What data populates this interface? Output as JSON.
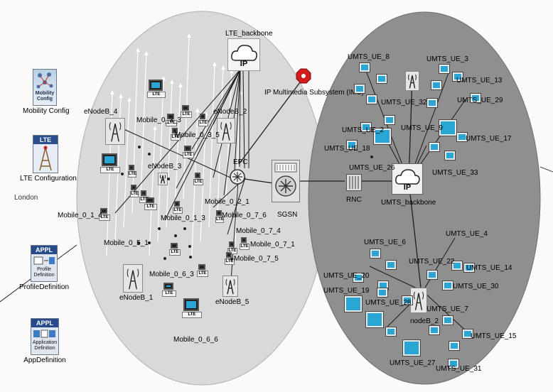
{
  "palette": {
    "mobility": {
      "title": "Mobility Config",
      "inner": [
        "Mobility",
        "Config"
      ]
    },
    "lte": {
      "title": "LTE Configuration",
      "inner": "LTE"
    },
    "location": "London",
    "profile": {
      "title": "ProfileDefinition",
      "badge": "APPL",
      "inner": [
        "Profile",
        "Definition"
      ]
    },
    "application": {
      "title": "AppDefinition",
      "badge": "APPL",
      "inner": [
        "Application",
        "Definition"
      ]
    }
  },
  "lte_network": {
    "backbone": "LTE_backbone",
    "backbone_icon_text": "IP",
    "epc": "EPC",
    "enodebs": [
      "eNodeB_4",
      "eNodeB_2",
      "eNodeB_3",
      "eNodeB_1",
      "eNodeB_5"
    ],
    "mobiles": [
      "Mobile_0_3_3",
      "Mobile_0_3_5",
      "Mobile_0_2_1",
      "Mobile_0_1_4",
      "Mobile_0_7_6",
      "Mobile_0_1_3",
      "Mobile_0_7_4",
      "Mobile_0_5_1",
      "Mobile_0_7_1",
      "Mobile_0_7_5",
      "Mobile_0_6_3",
      "Mobile_0_6_6"
    ],
    "device_tag": "LTE"
  },
  "ims": "IP Multimedia Subsystem (IMS)",
  "sgsn": "SGSN",
  "rnc": "RNC",
  "umts_network": {
    "backbone": "UMTS_backbone",
    "backbone_icon_text": "IP",
    "nodeb": "nodeB_2",
    "ues": [
      "UMTS_UE_8",
      "UMTS_UE_3",
      "UMTS_UE_13",
      "UMTS_UE_32",
      "UMTS_UE_29",
      "UMTS_UE_2",
      "UMTS_UE_9",
      "UMTS_UE_17",
      "UMTS_UE_18",
      "UMTS_UE_26",
      "UMTS_UE_33",
      "UMTS_UE_6",
      "UMTS_UE_4",
      "UMTS_UE_22",
      "UMTS_UE_14",
      "UMTS_UE_20",
      "UMTS_UE_30",
      "UMTS_UE_19",
      "UMTS_UE_28",
      "UMTS_UE_7",
      "UMTS_UE_15",
      "UMTS_UE_27",
      "UMTS_UE_31"
    ]
  },
  "colors": {
    "lte_region": "#d9d9d9",
    "umts_region": "#8f8f8f",
    "ims_marker": "#d21d1d",
    "screen": "#29a6d3"
  }
}
